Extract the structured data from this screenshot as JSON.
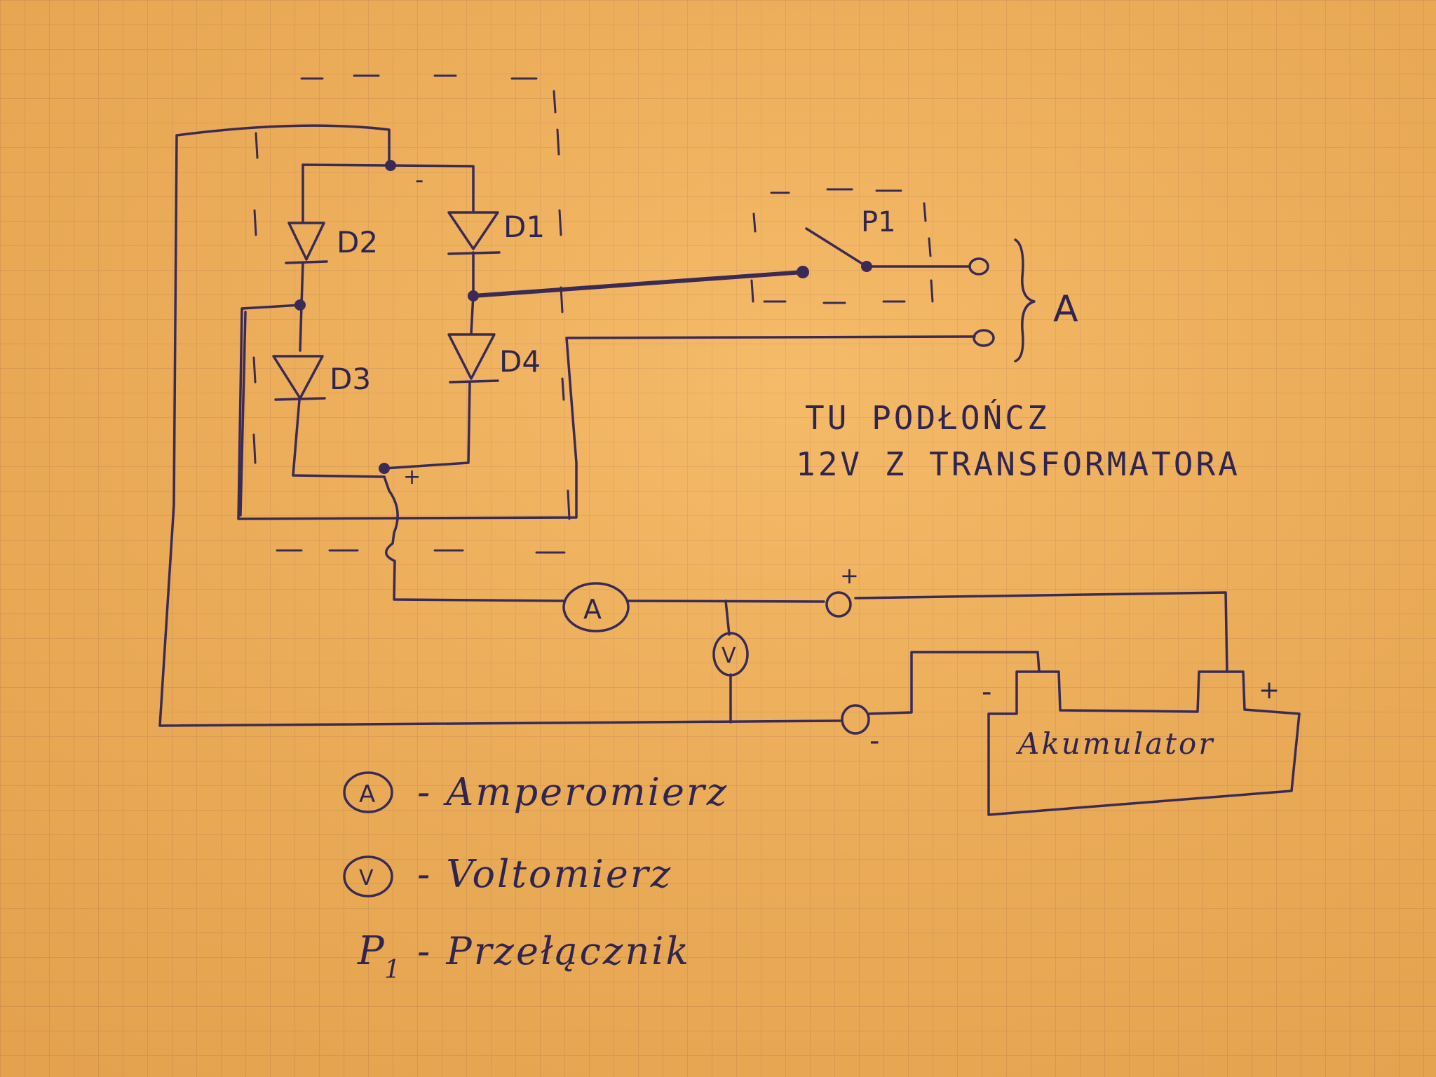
{
  "components": {
    "d1": "D1",
    "d2": "D2",
    "d3": "D3",
    "d4": "D4",
    "switch": "P1",
    "input_brace": "A",
    "ammeter": "A",
    "voltmeter": "V",
    "battery": "Akumulator"
  },
  "polarity": {
    "bridge_plus": "+",
    "bridge_minus": "-",
    "out_plus": "+",
    "out_minus": "-",
    "batt_minus": "-",
    "batt_plus": "+"
  },
  "note": {
    "line1": "TU PODŁOŃCZ",
    "line2": "12V Z TRANSFORMATORA"
  },
  "legend": [
    {
      "symbol": "A",
      "text": "- Amperomierz"
    },
    {
      "symbol": "V",
      "text": "- Voltomierz"
    },
    {
      "symbol": "P",
      "subscript": "1",
      "text": "- Przełącznik"
    }
  ],
  "colors": {
    "paper": "#f0b058",
    "grid": "#c98a55",
    "ink": "#3a2a55"
  }
}
